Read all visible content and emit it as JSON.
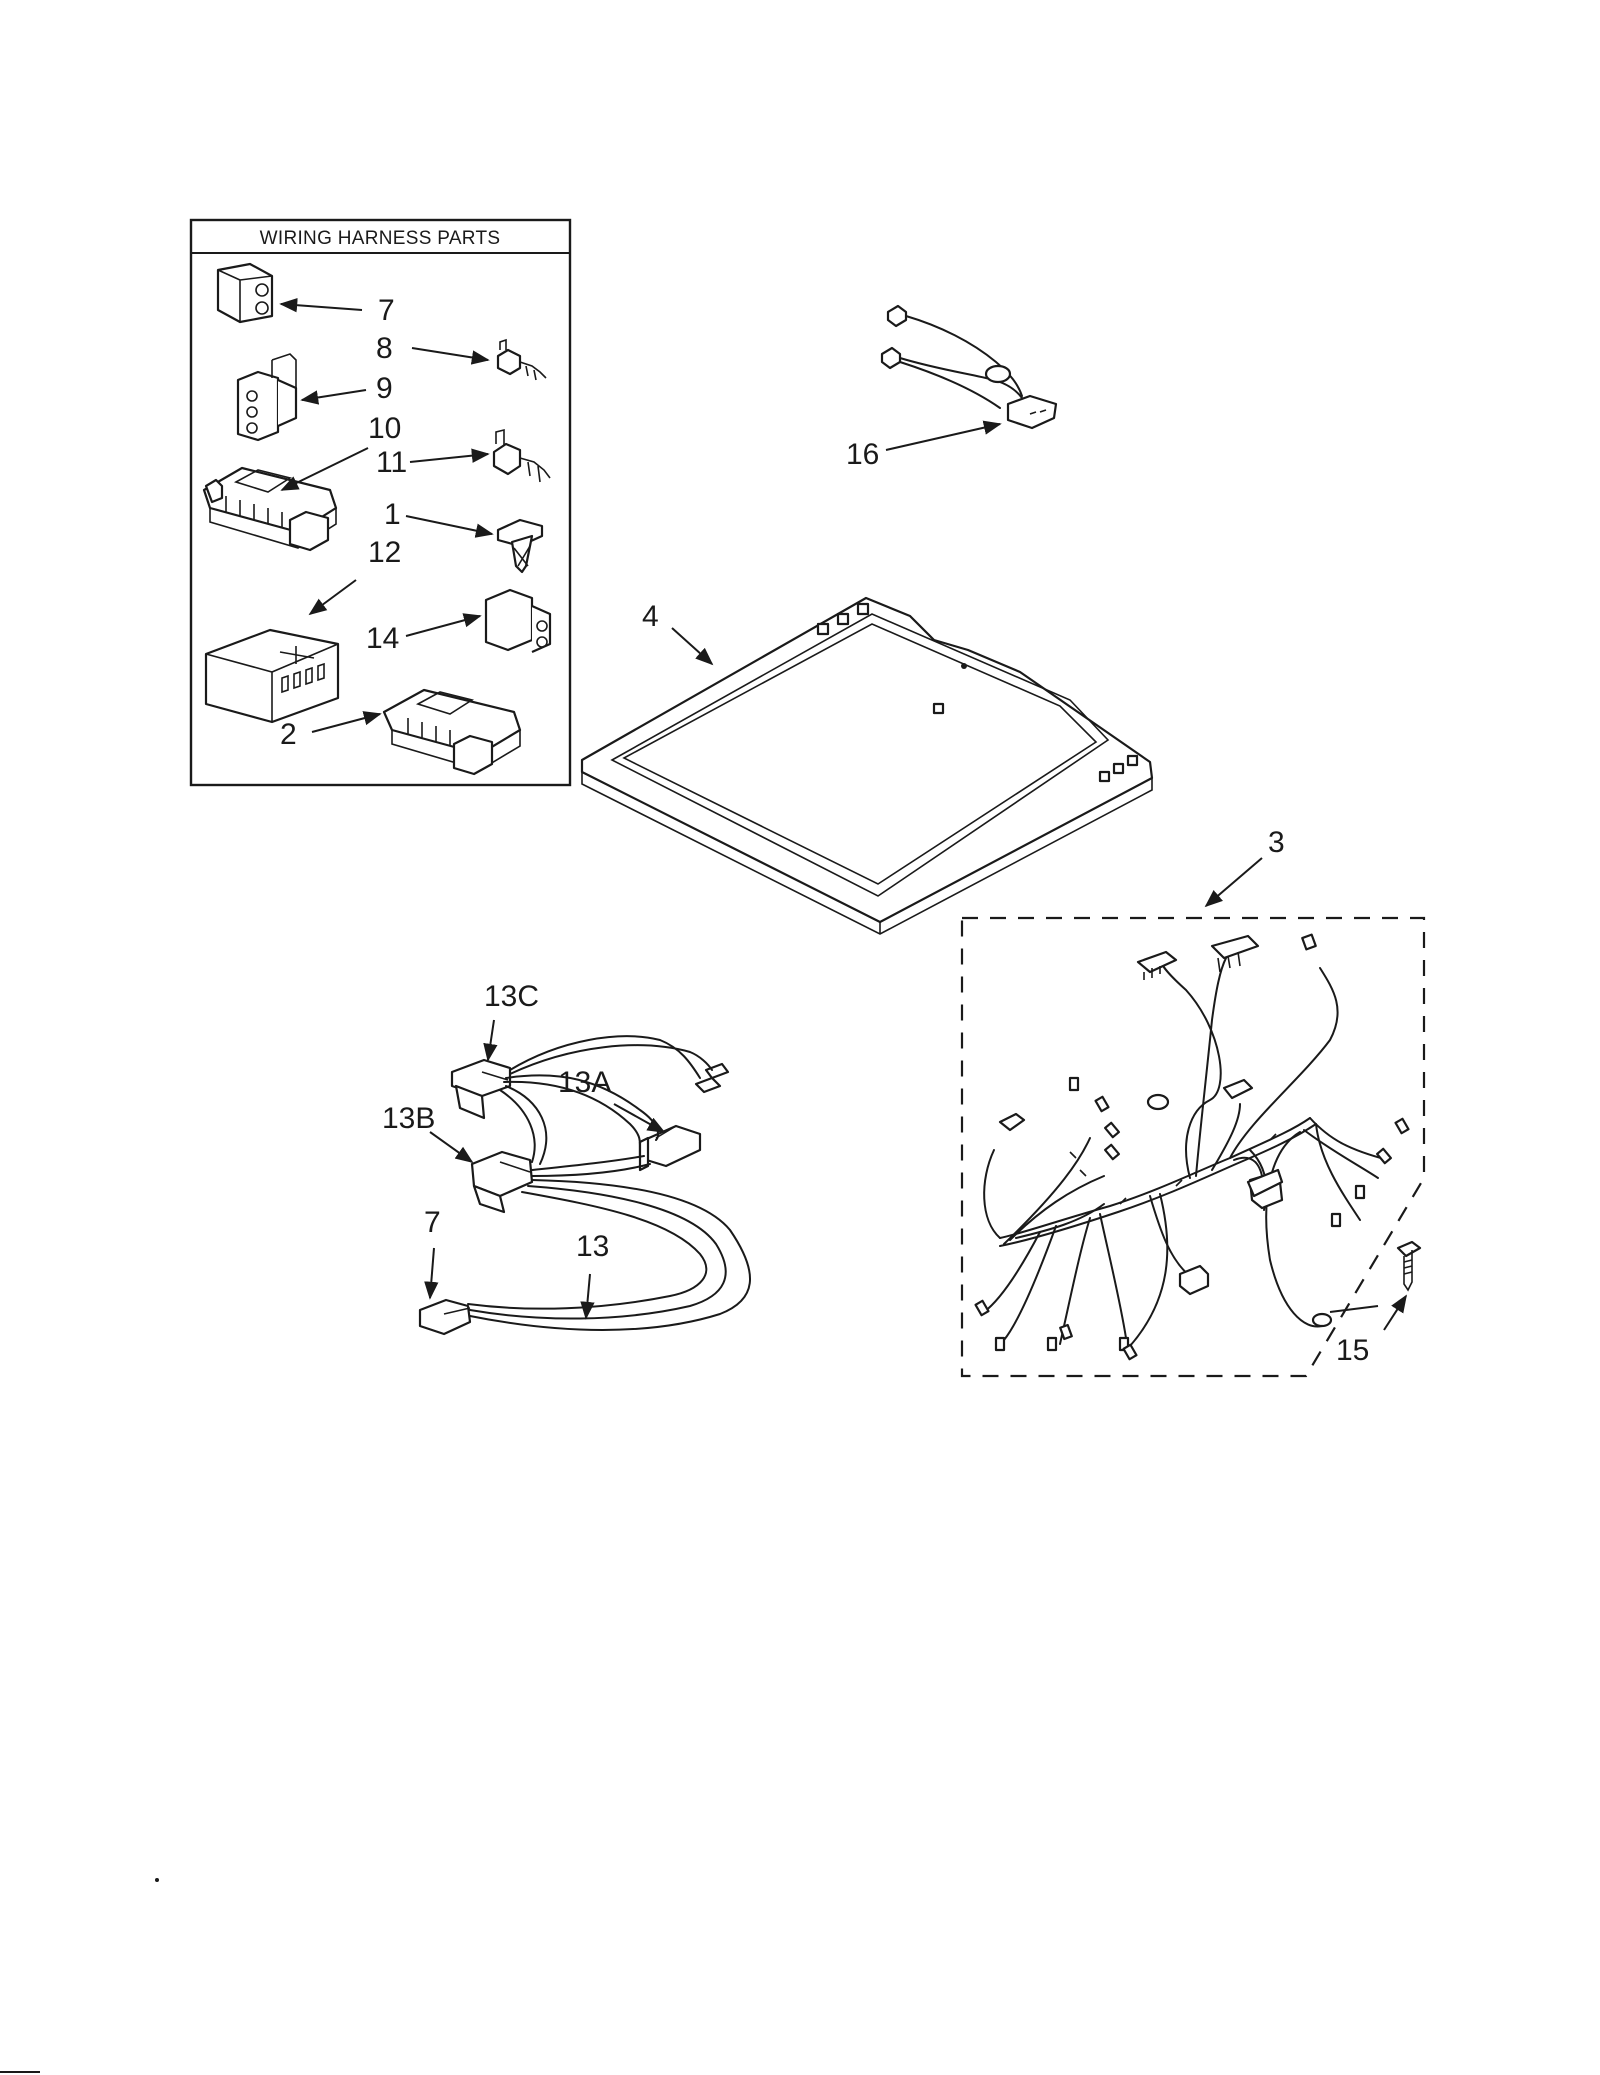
{
  "box": {
    "title": "WIRING HARNESS PARTS"
  },
  "callouts": {
    "c7_box": "7",
    "c8": "8",
    "c9": "9",
    "c10": "10",
    "c11": "11",
    "c1": "1",
    "c12": "12",
    "c14": "14",
    "c2": "2",
    "c16": "16",
    "c4": "4",
    "c3": "3",
    "c13C": "13C",
    "c13A": "13A",
    "c13B": "13B",
    "c7": "7",
    "c13": "13",
    "c15": "15"
  }
}
